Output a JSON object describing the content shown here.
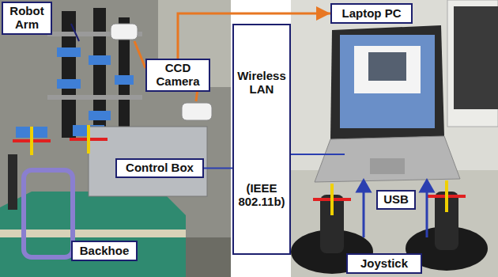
{
  "diagram": {
    "nodes": [
      {
        "text": [
          "Robot Arm"
        ]
      },
      {
        "text": [
          "CCD Camera"
        ]
      },
      {
        "text": [
          "Control Box"
        ]
      },
      {
        "text": [
          "Backhoe"
        ]
      },
      {
        "text": [
          "Wireless LAN",
          "(IEEE 802.11b)"
        ]
      },
      {
        "text": [
          "Laptop PC"
        ]
      },
      {
        "text": [
          "USB"
        ]
      },
      {
        "text": [
          "Joystick"
        ]
      }
    ],
    "edges": [
      {
        "from": 1,
        "to": 5,
        "arrow": "to"
      },
      {
        "from": 4,
        "to": 2,
        "arrow": "none"
      }
    ]
  }
}
